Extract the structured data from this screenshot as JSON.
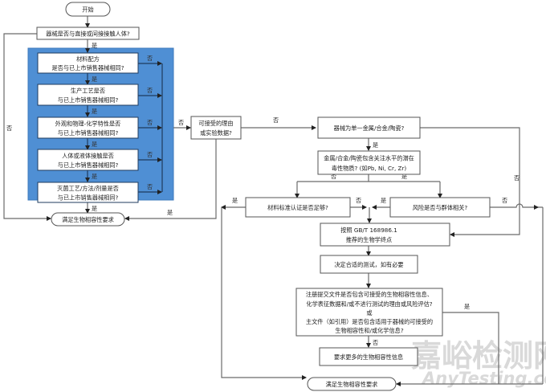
{
  "colors": {
    "panel": "#4f8fd4",
    "line": "#6b6b6b",
    "panel_line": "#1f3b5e",
    "watermark": "#d9d9d9"
  },
  "nodes": {
    "start": "开始",
    "contact": "器械是否与直接或间接接触人体?",
    "material": [
      "材料配方",
      "是否与已上市销售器械相同?"
    ],
    "process": [
      "生产工艺是否",
      "与已上市销售器械相同?"
    ],
    "physchem": [
      "外观和物理-化学特性是否",
      "与已上市销售器械相同?"
    ],
    "body_contact": [
      "人体或液体接触是否",
      "与已上市销售器械相同?"
    ],
    "sterilization": [
      "灭菌工艺/方法/剂量是否",
      "与已上市销售器械相同?"
    ],
    "end_left": "满足生物相容性要求",
    "rationale": [
      "可接受的理由",
      "或实验数据?"
    ],
    "single_metal": "器械为单一金属/合金/陶瓷?",
    "toxic": [
      "金属/合金/陶瓷包含关注水平的潜在",
      "毒性物质? (如Pb, Ni, Cr, Zr)"
    ],
    "std_cert": "材料标准认证是否足够?",
    "risk_group": "风险是否与群体相关?",
    "gbt": [
      "按照 GB/T 168986.1",
      "推荐的生物学终点"
    ],
    "decide_tests": "决定合适的测试，如有必要",
    "submission": [
      "注册提交文件是否包含可接受的生物相容性信息、",
      "化学表征数据和/或不进行测试的理由或风险评估?",
      "或",
      "主文件（如引用）是否包含适用于器械的可接受的",
      "生物相容性和/或化学信息?"
    ],
    "more_info": "要求更多的生物相容性信息",
    "end_right": "满足生物相容性要求"
  },
  "labels": {
    "yes": "是",
    "no": "否"
  },
  "watermark": {
    "cn": "嘉峪检测网",
    "en": "AnyTesting.com"
  }
}
